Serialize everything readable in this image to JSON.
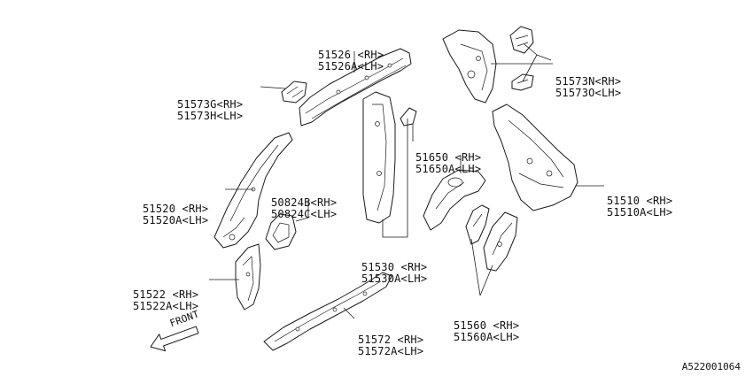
{
  "callouts": [
    {
      "id": "51526",
      "rh": "51526 <RH>",
      "lh": "51526A<LH>"
    },
    {
      "id": "51573G",
      "rh": "51573G<RH>",
      "lh": "51573H<LH>"
    },
    {
      "id": "51573N",
      "rh": "51573N<RH>",
      "lh": "51573O<LH>"
    },
    {
      "id": "51650",
      "rh": "51650 <RH>",
      "lh": "51650A<LH>"
    },
    {
      "id": "51510",
      "rh": "51510 <RH>",
      "lh": "51510A<LH>"
    },
    {
      "id": "51520",
      "rh": "51520 <RH>",
      "lh": "51520A<LH>"
    },
    {
      "id": "50824",
      "rh": "50824B<RH>",
      "lh": "50824C<LH>"
    },
    {
      "id": "51530",
      "rh": "51530 <RH>",
      "lh": "51530A<LH>"
    },
    {
      "id": "51522",
      "rh": "51522 <RH>",
      "lh": "51522A<LH>"
    },
    {
      "id": "51560",
      "rh": "51560 <RH>",
      "lh": "51560A<LH>"
    },
    {
      "id": "51572",
      "rh": "51572 <RH>",
      "lh": "51572A<LH>"
    }
  ],
  "front_label": "FRONT",
  "diagram_code": "A522001064"
}
